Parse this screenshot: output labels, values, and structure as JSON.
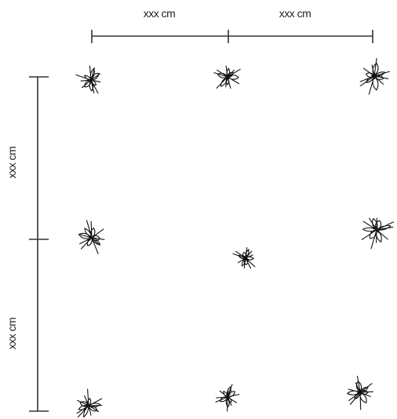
{
  "dimensions": {
    "horizontal_spacing_1": "xxx cm",
    "horizontal_spacing_2": "xxx cm",
    "vertical_spacing_1": "xxx cm",
    "vertical_spacing_2": "xxx cm"
  },
  "grid": {
    "rows": 3,
    "columns": 3,
    "plant_icon": "flower-sketch-icon"
  }
}
